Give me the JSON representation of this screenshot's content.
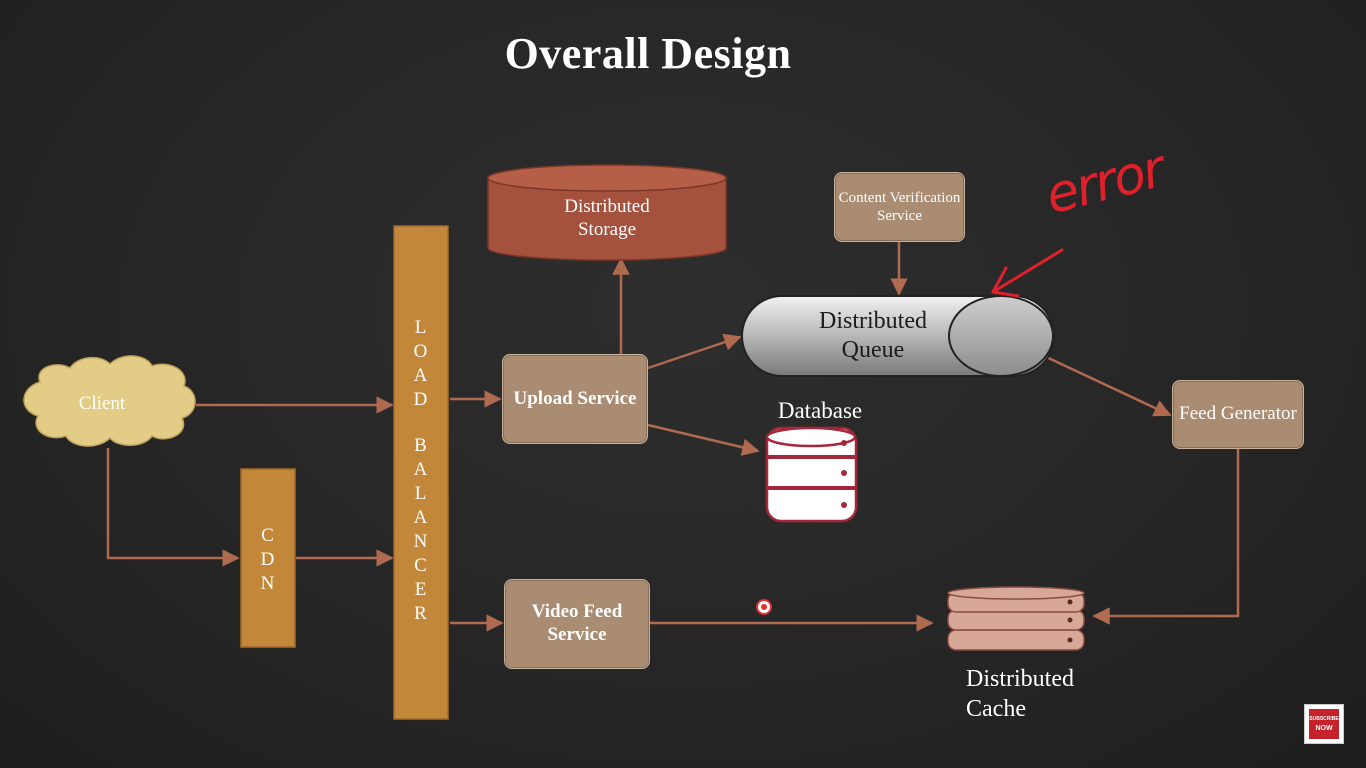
{
  "title": "Overall Design",
  "nodes": {
    "client": "Client",
    "cdn": [
      "C",
      "D",
      "N"
    ],
    "load_balancer_word1": [
      "L",
      "O",
      "A",
      "D"
    ],
    "load_balancer_word2": [
      "B",
      "A",
      "L",
      "A",
      "N",
      "C",
      "E",
      "R"
    ],
    "distributed_storage": "Distributed Storage",
    "upload_service": "Upload Service",
    "content_verification": "Content Verification Service",
    "distributed_queue": "Distributed Queue",
    "database": "Database",
    "feed_generator": "Feed Generator",
    "video_feed_service": "Video Feed Service",
    "distributed_cache": "Distributed Cache"
  },
  "annotation": "error",
  "badge": {
    "line1": "SUBSCRIBE",
    "line2": "NOW"
  },
  "colors": {
    "arrow": "#b06a4f",
    "load_balancer": "#c3873a",
    "storage": "#a4513d",
    "tan_box": "#a98c72",
    "client_cloud": "#e3cc86",
    "cache": "#d7a898",
    "annotation": "#e0202a"
  }
}
